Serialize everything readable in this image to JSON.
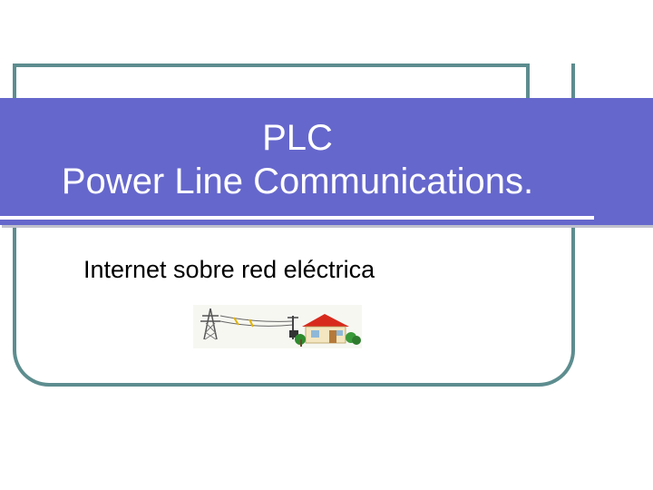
{
  "slide": {
    "title_line1": "PLC",
    "title_line2": "Power Line Communications.",
    "subtitle": "Internet sobre red eléctrica",
    "illustration_icon": "power-line-to-house-illustration"
  },
  "colors": {
    "title_band": "#6667cc",
    "frame": "#5d8d8f",
    "title_text": "#ffffff",
    "body_text": "#000000"
  }
}
